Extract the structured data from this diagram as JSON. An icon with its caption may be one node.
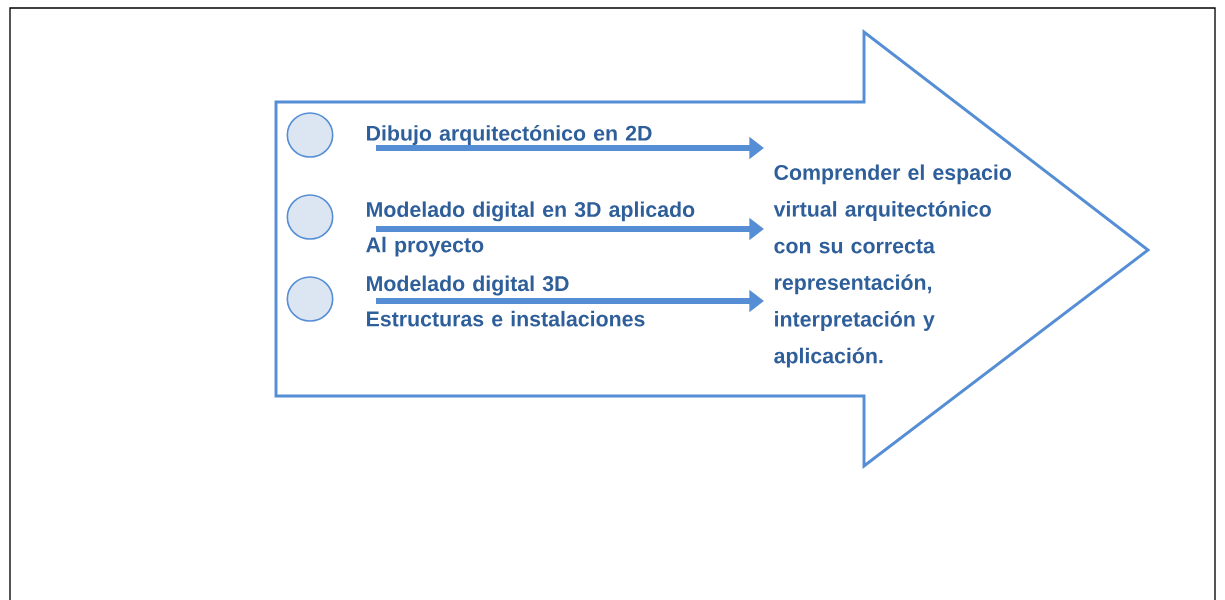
{
  "diagram": {
    "nodes": [
      {
        "text": [],
        "shape": "arrow"
      },
      {
        "text": [],
        "shape": "circle",
        "in": 0
      },
      {
        "text": [],
        "shape": "circle",
        "in": 0
      },
      {
        "text": [],
        "shape": "circle",
        "in": 0
      },
      {
        "text": [
          "Dibujo arquitectónico en 2D"
        ],
        "in": 0
      },
      {
        "text": [
          "Modelado digital en 3D aplicado Al proyecto"
        ],
        "in": 0
      },
      {
        "text": [
          "Modelado digital 3D Estructuras e instalaciones"
        ],
        "in": 0
      },
      {
        "text": [
          "Comprender el espacio virtual arquitectónico con su correcta representación, interpretación y aplicación."
        ],
        "in": 0
      }
    ],
    "edges": [
      {
        "from": 4,
        "to": 7,
        "arrow": "to"
      },
      {
        "from": 5,
        "to": 7,
        "arrow": "to"
      },
      {
        "from": 6,
        "to": 7,
        "arrow": "to"
      }
    ]
  }
}
